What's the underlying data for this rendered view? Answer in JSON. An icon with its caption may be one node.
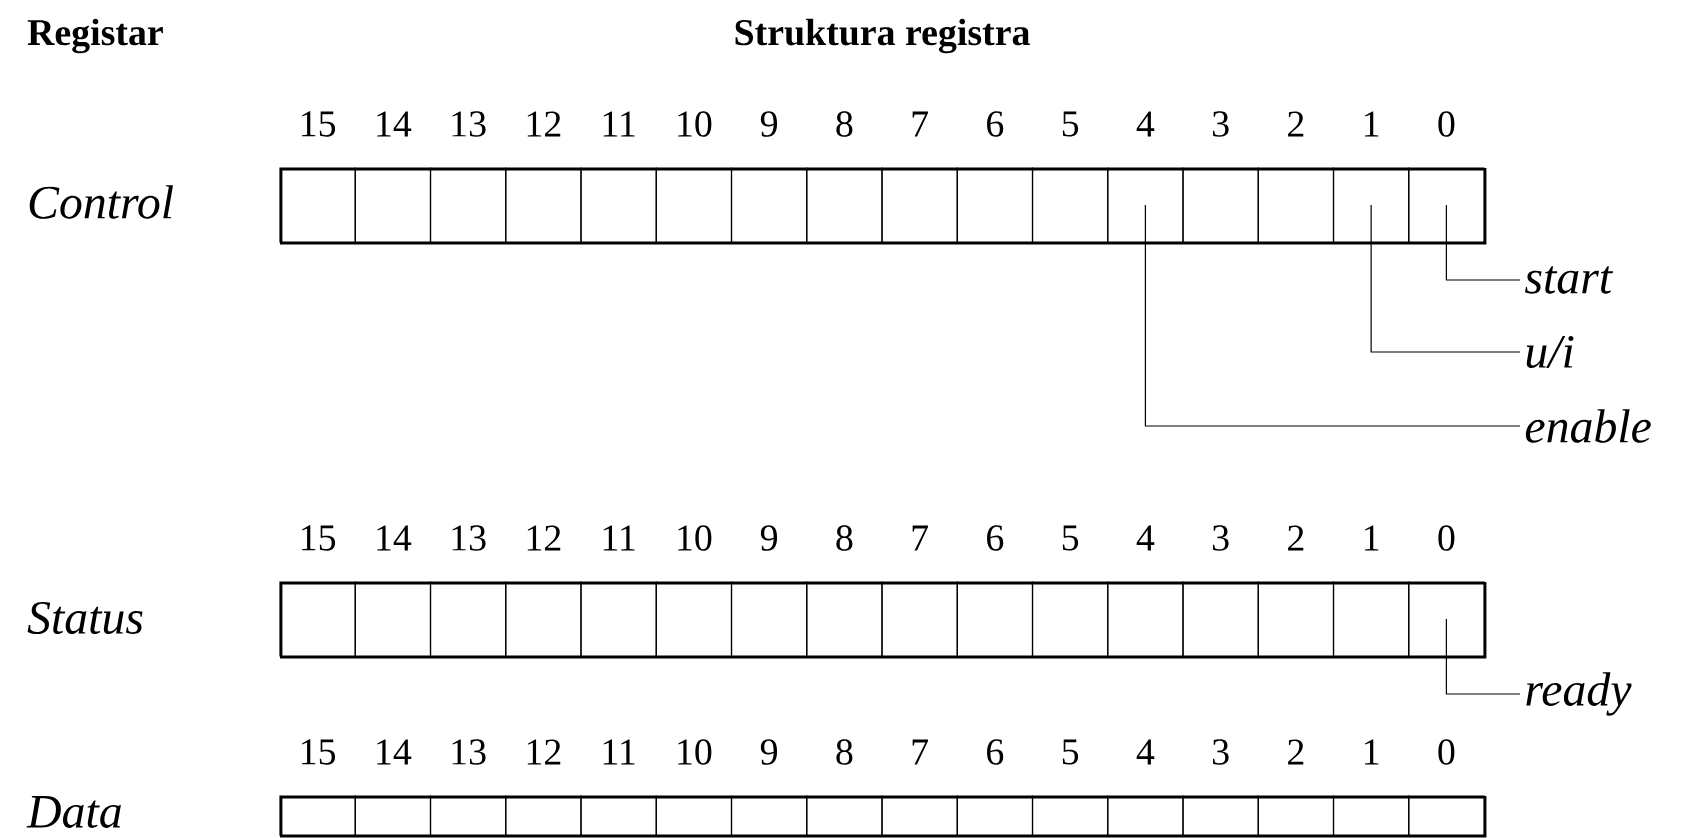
{
  "diagram": {
    "nodes": [
      {
        "text": [],
        "shape": "bar"
      },
      {
        "text": [],
        "shape": "box",
        "in": 0
      },
      {
        "text": [],
        "shape": "box",
        "in": 0
      },
      {
        "text": [],
        "shape": "box",
        "in": 0
      },
      {
        "text": [],
        "shape": "box",
        "in": 0
      },
      {
        "text": [],
        "shape": "box",
        "in": 0
      },
      {
        "text": [],
        "shape": "box",
        "in": 0
      },
      {
        "text": [],
        "shape": "box",
        "in": 0
      },
      {
        "text": [],
        "shape": "box",
        "in": 0
      },
      {
        "text": [],
        "shape": "box",
        "in": 0
      },
      {
        "text": [],
        "shape": "box",
        "in": 0
      },
      {
        "text": [],
        "shape": "box",
        "in": 0
      },
      {
        "text": [],
        "shape": "box",
        "in": 0
      },
      {
        "text": [],
        "shape": "box",
        "in": 0
      },
      {
        "text": [],
        "shape": "box",
        "in": 0
      },
      {
        "text": [],
        "shape": "box",
        "in": 0
      },
      {
        "text": [],
        "shape": "box",
        "in": 0
      },
      {
        "text": [
          "start"
        ]
      },
      {
        "text": [
          "u/i"
        ]
      },
      {
        "text": [
          "enable"
        ]
      },
      {
        "text": [],
        "shape": "bar"
      },
      {
        "text": [],
        "shape": "box",
        "in": 20
      },
      {
        "text": [],
        "shape": "box",
        "in": 20
      },
      {
        "text": [],
        "shape": "box",
        "in": 20
      },
      {
        "text": [],
        "shape": "box",
        "in": 20
      },
      {
        "text": [],
        "shape": "box",
        "in": 20
      },
      {
        "text": [],
        "shape": "box",
        "in": 20
      },
      {
        "text": [],
        "shape": "box",
        "in": 20
      },
      {
        "text": [],
        "shape": "box",
        "in": 20
      },
      {
        "text": [],
        "shape": "box",
        "in": 20
      },
      {
        "text": [],
        "shape": "box",
        "in": 20
      },
      {
        "text": [],
        "shape": "box",
        "in": 20
      },
      {
        "text": [],
        "shape": "box",
        "in": 20
      },
      {
        "text": [],
        "shape": "box",
        "in": 20
      },
      {
        "text": [],
        "shape": "box",
        "in": 20
      },
      {
        "text": [],
        "shape": "box",
        "in": 20
      },
      {
        "text": [],
        "shape": "box",
        "in": 20
      },
      {
        "text": [
          "ready"
        ]
      },
      {
        "text": [],
        "shape": "bar"
      },
      {
        "text": [],
        "shape": "box",
        "in": 38
      },
      {
        "text": [],
        "shape": "box",
        "in": 38
      },
      {
        "text": [],
        "shape": "box",
        "in": 38
      },
      {
        "text": [],
        "shape": "box",
        "in": 38
      },
      {
        "text": [],
        "shape": "box",
        "in": 38
      },
      {
        "text": [],
        "shape": "box",
        "in": 38
      },
      {
        "text": [],
        "shape": "box",
        "in": 38
      },
      {
        "text": [],
        "shape": "box",
        "in": 38
      },
      {
        "text": [],
        "shape": "box",
        "in": 38
      },
      {
        "text": [],
        "shape": "box",
        "in": 38
      },
      {
        "text": [],
        "shape": "box",
        "in": 38
      },
      {
        "text": [],
        "shape": "box",
        "in": 38
      },
      {
        "text": [],
        "shape": "box",
        "in": 38
      },
      {
        "text": [],
        "shape": "box",
        "in": 38
      },
      {
        "text": [],
        "shape": "box",
        "in": 38
      },
      {
        "text": [],
        "shape": "box",
        "in": 38
      }
    ],
    "edges": [
      {
        "from": 17,
        "to": 16,
        "arrow": "none"
      },
      {
        "from": 18,
        "to": 15,
        "arrow": "none"
      },
      {
        "from": 19,
        "to": 12,
        "arrow": "none"
      },
      {
        "from": 37,
        "to": 36,
        "arrow": "none"
      }
    ],
    "labels": [
      "Registar",
      "Struktura registra",
      "15",
      "14",
      "13",
      "12",
      "11",
      "10",
      "9",
      "8",
      "7",
      "6",
      "5",
      "4",
      "3",
      "2",
      "1",
      "0",
      "Control",
      "15",
      "14",
      "13",
      "12",
      "11",
      "10",
      "9",
      "8",
      "7",
      "6",
      "5",
      "4",
      "3",
      "2",
      "1",
      "0",
      "Status",
      "15",
      "14",
      "13",
      "12",
      "11",
      "10",
      "9",
      "8",
      "7",
      "6",
      "5",
      "4",
      "3",
      "2",
      "1",
      "0",
      "Data"
    ]
  }
}
